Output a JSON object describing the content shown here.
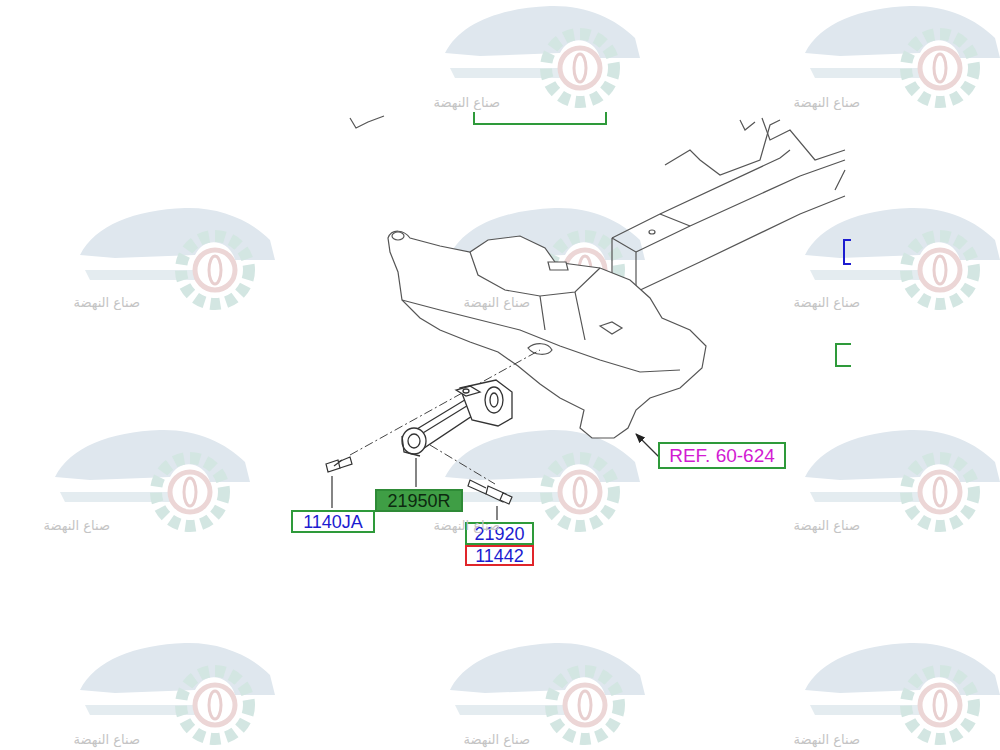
{
  "diagram": {
    "nodes": [
      {
        "text": [
          "REF. 60-624"
        ]
      },
      {
        "text": [
          "21950R"
        ]
      },
      {
        "text": [
          "1140JA"
        ]
      },
      {
        "text": [
          "21920"
        ]
      },
      {
        "text": [
          "11442"
        ]
      }
    ],
    "labels": [
      "صناع النهضة",
      "صناع النهضة",
      "صناع النهضة",
      "صناع النهضة",
      "صناع النهضة",
      "صناع النهضة",
      "صناع النهضة",
      "صناع النهضة",
      "صناع النهضة",
      "صناع النهضة",
      "صناع النهضة"
    ]
  }
}
